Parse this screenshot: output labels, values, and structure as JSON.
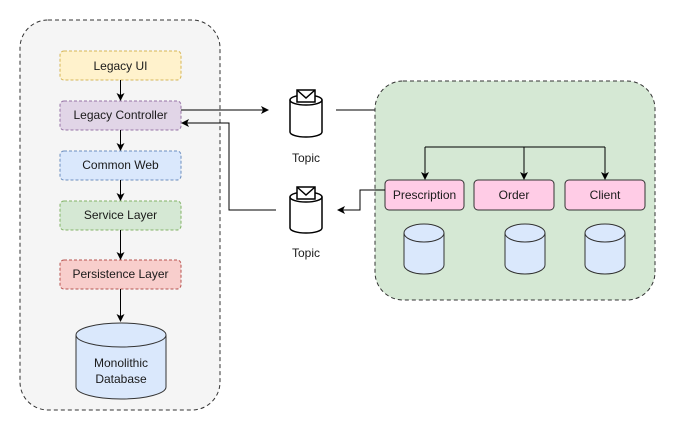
{
  "monolith": {
    "layers": [
      {
        "label": "Legacy UI",
        "fill": "#fff2cc",
        "stroke": "#d6b656"
      },
      {
        "label": "Legacy Controller",
        "fill": "#e1d5e7",
        "stroke": "#9673a6"
      },
      {
        "label": "Common Web",
        "fill": "#dae8fc",
        "stroke": "#6c8ebf"
      },
      {
        "label": "Service Layer",
        "fill": "#d5e8d4",
        "stroke": "#82b366"
      },
      {
        "label": "Persistence Layer",
        "fill": "#f8cecc",
        "stroke": "#b85450"
      }
    ],
    "database_line1": "Monolithic",
    "database_line2": "Database",
    "database_fill": "#dae8fc",
    "container_fill": "#f5f5f5"
  },
  "topics": [
    {
      "label": "Topic"
    },
    {
      "label": "Topic"
    }
  ],
  "services": {
    "container_fill": "#d5e8d4",
    "items": [
      {
        "label": "Prescription",
        "fill": "#ffcce6"
      },
      {
        "label": "Order",
        "fill": "#ffcce6"
      },
      {
        "label": "Client",
        "fill": "#ffcce6"
      }
    ],
    "database_fill": "#dae8fc"
  }
}
